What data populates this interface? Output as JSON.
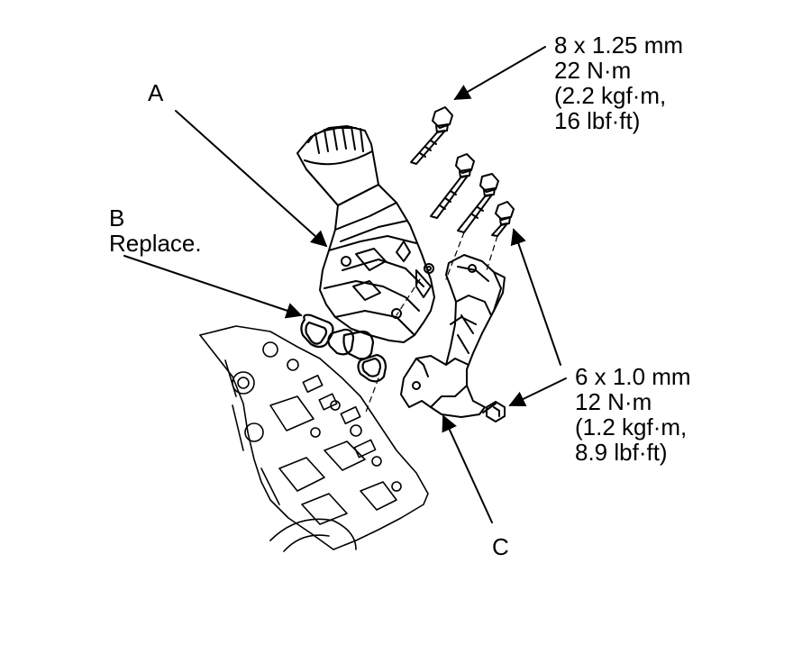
{
  "labels": {
    "a": "A",
    "b": "B",
    "b_note": "Replace.",
    "c": "C"
  },
  "specs": {
    "bolt_8mm": {
      "size": "8 x 1.25 mm",
      "torque_nm": "22 N·m",
      "torque_kgfm": "(2.2 kgf·m,",
      "torque_lbfft": "16 lbf·ft)"
    },
    "bolt_6mm": {
      "size": "6 x 1.0 mm",
      "torque_nm": "12 N·m",
      "torque_kgfm": "(1.2 kgf·m,",
      "torque_lbfft": "8.9 lbf·ft)"
    }
  },
  "colors": {
    "ink": "#000000",
    "paper": "#ffffff"
  }
}
